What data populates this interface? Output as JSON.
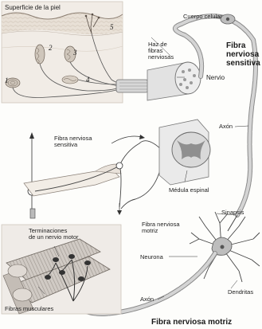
{
  "labels": {
    "skin_surface": "Superficie de la piel",
    "cell_body": "Cuerpo celular",
    "sensory_fiber_title": [
      "Fibra",
      "nerviosa",
      "sensitiva"
    ],
    "nerve_bundle": [
      "Haz de",
      "fibras",
      "nerviosas"
    ],
    "nerve": "Nervio",
    "axon_top": "Axón",
    "sensory_fiber_small": [
      "Fibra nerviosa",
      "sensitiva"
    ],
    "spinal_cord": "Médula espinal",
    "motor_fiber_small": [
      "Fibra nerviosa",
      "motriz"
    ],
    "synapse": "Sinapsis",
    "motor_endings": [
      "Terminaciones",
      "de un nervio motor"
    ],
    "neuron": "Neurona",
    "muscle_fibers": "Fibras musculares",
    "axon_bottom": "Axón",
    "dendrites": "Dendritas",
    "motor_fiber_title": "Fibra nerviosa motriz"
  },
  "receptor_numbers": [
    "1",
    "2",
    "3",
    "4",
    "5"
  ],
  "colors": {
    "nerve_fiber": "#bfbfbf",
    "myelin_outline": "#7a7a7a",
    "skin": "#e6ddd3",
    "muscle": "#c9c3bd",
    "spinal_gray": "#a9a9a9"
  }
}
